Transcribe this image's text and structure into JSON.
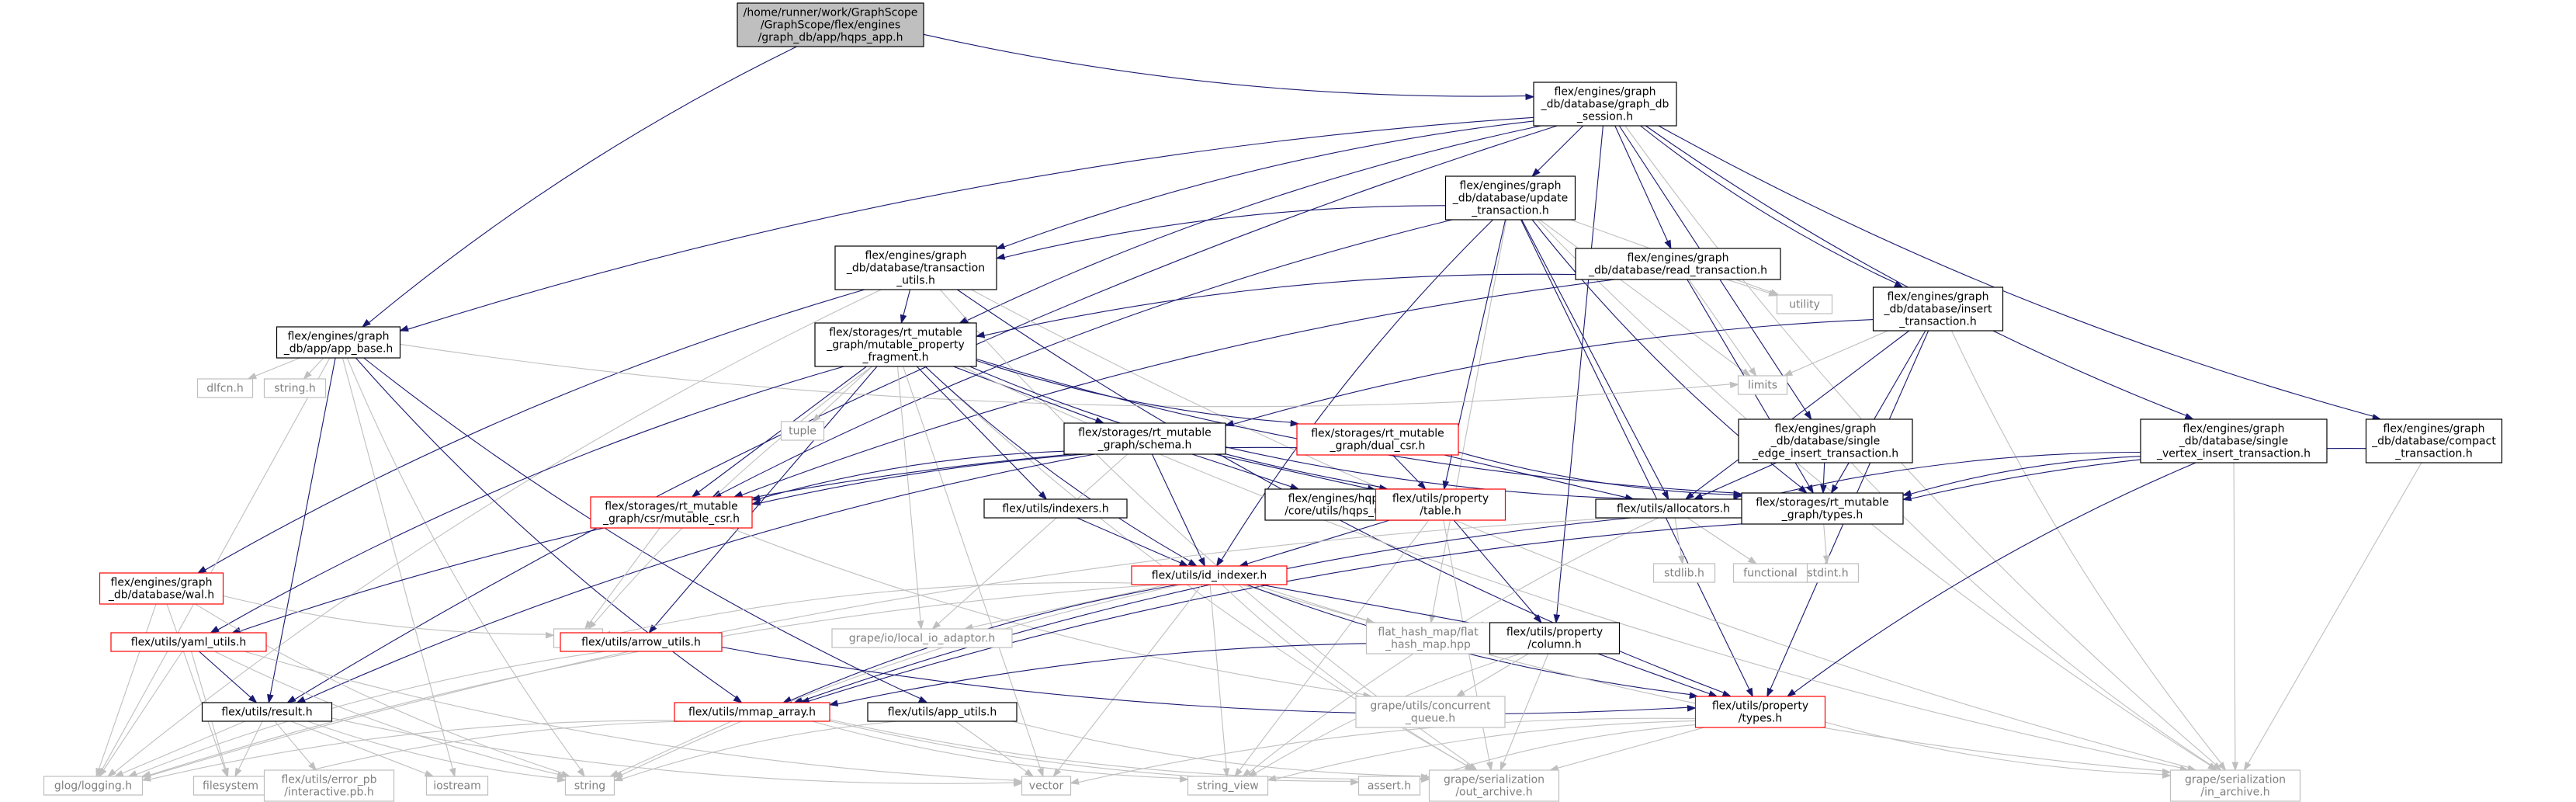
{
  "nodes": [
    {
      "id": "root",
      "kind": "root",
      "lines": [
        "/home/runner/work/GraphScope",
        "/GraphScope/flex/engines",
        "/graph_db/app/hqps_app.h"
      ]
    },
    {
      "id": "graph_db_session",
      "kind": "normal",
      "lines": [
        "flex/engines/graph",
        "_db/database/graph_db",
        "_session.h"
      ]
    },
    {
      "id": "update_transaction",
      "kind": "normal",
      "lines": [
        "flex/engines/graph",
        "_db/database/update",
        "_transaction.h"
      ]
    },
    {
      "id": "transaction_utils",
      "kind": "normal",
      "lines": [
        "flex/engines/graph",
        "_db/database/transaction",
        "_utils.h"
      ]
    },
    {
      "id": "read_transaction",
      "kind": "normal",
      "lines": [
        "flex/engines/graph",
        "_db/database/read_transaction.h"
      ]
    },
    {
      "id": "utility",
      "kind": "ext",
      "lines": [
        "utility"
      ]
    },
    {
      "id": "insert_transaction",
      "kind": "normal",
      "lines": [
        "flex/engines/graph",
        "_db/database/insert",
        "_transaction.h"
      ]
    },
    {
      "id": "app_base",
      "kind": "normal",
      "lines": [
        "flex/engines/graph",
        "_db/app/app_base.h"
      ]
    },
    {
      "id": "mutable_property_fragment",
      "kind": "normal",
      "lines": [
        "flex/storages/rt_mutable",
        "_graph/mutable_property",
        "_fragment.h"
      ]
    },
    {
      "id": "limits",
      "kind": "ext",
      "lines": [
        "limits"
      ]
    },
    {
      "id": "single_edge_insert",
      "kind": "normal",
      "lines": [
        "flex/engines/graph",
        "_db/database/single",
        "_edge_insert_transaction.h"
      ]
    },
    {
      "id": "single_vertex_insert",
      "kind": "normal",
      "lines": [
        "flex/engines/graph",
        "_db/database/single",
        "_vertex_insert_transaction.h"
      ]
    },
    {
      "id": "compact_transaction",
      "kind": "normal",
      "lines": [
        "flex/engines/graph",
        "_db/database/compact",
        "_transaction.h"
      ]
    },
    {
      "id": "dlfcn",
      "kind": "ext",
      "lines": [
        "dlfcn.h"
      ]
    },
    {
      "id": "string_h",
      "kind": "ext",
      "lines": [
        "string.h"
      ]
    },
    {
      "id": "tuple",
      "kind": "ext",
      "lines": [
        "tuple"
      ]
    },
    {
      "id": "schema",
      "kind": "normal",
      "lines": [
        "flex/storages/rt_mutable",
        "_graph/schema.h"
      ]
    },
    {
      "id": "dual_csr",
      "kind": "red",
      "lines": [
        "flex/storages/rt_mutable",
        "_graph/dual_csr.h"
      ]
    },
    {
      "id": "mutable_csr",
      "kind": "red",
      "lines": [
        "flex/storages/rt_mutable",
        "_graph/csr/mutable_csr.h"
      ]
    },
    {
      "id": "indexers",
      "kind": "normal",
      "lines": [
        "flex/utils/indexers.h"
      ]
    },
    {
      "id": "hqps_utils",
      "kind": "normal",
      "lines": [
        "flex/engines/hqps_db",
        "/core/utils/hqps_utils.h"
      ]
    },
    {
      "id": "property_table",
      "kind": "red",
      "lines": [
        "flex/utils/property",
        "/table.h"
      ]
    },
    {
      "id": "allocators",
      "kind": "normal",
      "lines": [
        "flex/utils/allocators.h"
      ]
    },
    {
      "id": "types_h",
      "kind": "normal",
      "lines": [
        "flex/storages/rt_mutable",
        "_graph/types.h"
      ]
    },
    {
      "id": "stdint",
      "kind": "ext",
      "lines": [
        "stdint.h"
      ]
    },
    {
      "id": "stdlib",
      "kind": "ext",
      "lines": [
        "stdlib.h"
      ]
    },
    {
      "id": "functional",
      "kind": "ext",
      "lines": [
        "functional"
      ]
    },
    {
      "id": "wal",
      "kind": "red",
      "lines": [
        "flex/engines/graph",
        "_db/database/wal.h"
      ]
    },
    {
      "id": "id_indexer",
      "kind": "red",
      "lines": [
        "flex/utils/id_indexer.h"
      ]
    },
    {
      "id": "thread",
      "kind": "ext",
      "lines": [
        "thread"
      ]
    },
    {
      "id": "yaml_utils",
      "kind": "red",
      "lines": [
        "flex/utils/yaml_utils.h"
      ]
    },
    {
      "id": "arrow_utils",
      "kind": "red",
      "lines": [
        "flex/utils/arrow_utils.h"
      ]
    },
    {
      "id": "local_io_adaptor",
      "kind": "ext",
      "lines": [
        "grape/io/local_io_adaptor.h"
      ]
    },
    {
      "id": "flat_hash_map",
      "kind": "ext",
      "lines": [
        "flat_hash_map/flat",
        "_hash_map.hpp"
      ]
    },
    {
      "id": "property_column",
      "kind": "normal",
      "lines": [
        "flex/utils/property",
        "/column.h"
      ]
    },
    {
      "id": "result",
      "kind": "normal",
      "lines": [
        "flex/utils/result.h"
      ]
    },
    {
      "id": "concurrent_queue",
      "kind": "ext",
      "lines": [
        "grape/utils/concurrent",
        "_queue.h"
      ]
    },
    {
      "id": "mmap_array",
      "kind": "red",
      "lines": [
        "flex/utils/mmap_array.h"
      ]
    },
    {
      "id": "app_utils",
      "kind": "normal",
      "lines": [
        "flex/utils/app_utils.h"
      ]
    },
    {
      "id": "property_types",
      "kind": "red",
      "lines": [
        "flex/utils/property",
        "/types.h"
      ]
    },
    {
      "id": "glog",
      "kind": "ext",
      "lines": [
        "glog/logging.h"
      ]
    },
    {
      "id": "filesystem",
      "kind": "ext",
      "lines": [
        "filesystem"
      ]
    },
    {
      "id": "error_pb",
      "kind": "ext",
      "lines": [
        "flex/utils/error_pb",
        "/interactive.pb.h"
      ]
    },
    {
      "id": "iostream",
      "kind": "ext",
      "lines": [
        "iostream"
      ]
    },
    {
      "id": "string",
      "kind": "ext",
      "lines": [
        "string"
      ]
    },
    {
      "id": "vector",
      "kind": "ext",
      "lines": [
        "vector"
      ]
    },
    {
      "id": "string_view",
      "kind": "ext",
      "lines": [
        "string_view"
      ]
    },
    {
      "id": "assert",
      "kind": "ext",
      "lines": [
        "assert.h"
      ]
    },
    {
      "id": "out_archive",
      "kind": "ext",
      "lines": [
        "grape/serialization",
        "/out_archive.h"
      ]
    },
    {
      "id": "in_archive",
      "kind": "ext",
      "lines": [
        "grape/serialization",
        "/in_archive.h"
      ]
    }
  ],
  "edges": [
    [
      "root",
      "graph_db_session"
    ],
    [
      "root",
      "app_base"
    ],
    [
      "graph_db_session",
      "update_transaction"
    ],
    [
      "graph_db_session",
      "transaction_utils"
    ],
    [
      "graph_db_session",
      "read_transaction"
    ],
    [
      "graph_db_session",
      "insert_transaction"
    ],
    [
      "graph_db_session",
      "single_edge_insert"
    ],
    [
      "graph_db_session",
      "single_vertex_insert"
    ],
    [
      "graph_db_session",
      "compact_transaction"
    ],
    [
      "graph_db_session",
      "app_base"
    ],
    [
      "graph_db_session",
      "mutable_property_fragment"
    ],
    [
      "graph_db_session",
      "result"
    ],
    [
      "graph_db_session",
      "property_column"
    ],
    [
      "graph_db_session",
      "in_archive"
    ],
    [
      "update_transaction",
      "transaction_utils"
    ],
    [
      "update_transaction",
      "mutable_csr"
    ],
    [
      "update_transaction",
      "id_indexer"
    ],
    [
      "update_transaction",
      "property_table"
    ],
    [
      "update_transaction",
      "allocators"
    ],
    [
      "update_transaction",
      "types_h"
    ],
    [
      "update_transaction",
      "utility"
    ],
    [
      "update_transaction",
      "limits"
    ],
    [
      "update_transaction",
      "flat_hash_map"
    ],
    [
      "update_transaction",
      "property_types"
    ],
    [
      "update_transaction",
      "in_archive"
    ],
    [
      "transaction_utils",
      "mutable_property_fragment"
    ],
    [
      "transaction_utils",
      "wal"
    ],
    [
      "transaction_utils",
      "glog"
    ],
    [
      "transaction_utils",
      "property_types"
    ],
    [
      "transaction_utils",
      "out_archive"
    ],
    [
      "transaction_utils",
      "in_archive"
    ],
    [
      "read_transaction",
      "mutable_property_fragment"
    ],
    [
      "read_transaction",
      "mutable_csr"
    ],
    [
      "read_transaction",
      "types_h"
    ],
    [
      "read_transaction",
      "utility"
    ],
    [
      "read_transaction",
      "limits"
    ],
    [
      "insert_transaction",
      "schema"
    ],
    [
      "insert_transaction",
      "allocators"
    ],
    [
      "insert_transaction",
      "types_h"
    ],
    [
      "insert_transaction",
      "limits"
    ],
    [
      "insert_transaction",
      "property_types"
    ],
    [
      "insert_transaction",
      "in_archive"
    ],
    [
      "single_edge_insert",
      "allocators"
    ],
    [
      "single_edge_insert",
      "types_h"
    ],
    [
      "single_edge_insert",
      "in_archive"
    ],
    [
      "single_vertex_insert",
      "allocators"
    ],
    [
      "single_vertex_insert",
      "types_h"
    ],
    [
      "single_vertex_insert",
      "property_types"
    ],
    [
      "single_vertex_insert",
      "in_archive"
    ],
    [
      "compact_transaction",
      "types_h"
    ],
    [
      "compact_transaction",
      "in_archive"
    ],
    [
      "app_base",
      "dlfcn"
    ],
    [
      "app_base",
      "string_h"
    ],
    [
      "app_base",
      "glog"
    ],
    [
      "app_base",
      "string"
    ],
    [
      "app_base",
      "app_utils"
    ],
    [
      "app_base",
      "iostream"
    ],
    [
      "app_base",
      "limits"
    ],
    [
      "app_base",
      "mmap_array"
    ],
    [
      "app_base",
      "result"
    ],
    [
      "mutable_property_fragment",
      "schema"
    ],
    [
      "mutable_property_fragment",
      "dual_csr"
    ],
    [
      "mutable_property_fragment",
      "mutable_csr"
    ],
    [
      "mutable_property_fragment",
      "tuple"
    ],
    [
      "mutable_property_fragment",
      "indexers"
    ],
    [
      "mutable_property_fragment",
      "property_table"
    ],
    [
      "mutable_property_fragment",
      "types_h"
    ],
    [
      "mutable_property_fragment",
      "yaml_utils"
    ],
    [
      "mutable_property_fragment",
      "arrow_utils"
    ],
    [
      "mutable_property_fragment",
      "thread"
    ],
    [
      "mutable_property_fragment",
      "local_io_adaptor"
    ],
    [
      "mutable_property_fragment",
      "vector"
    ],
    [
      "mutable_property_fragment",
      "out_archive"
    ],
    [
      "mutable_property_fragment",
      "in_archive"
    ],
    [
      "mutable_property_fragment",
      "id_indexer"
    ],
    [
      "schema",
      "mutable_csr"
    ],
    [
      "schema",
      "hqps_utils"
    ],
    [
      "schema",
      "property_table"
    ],
    [
      "schema",
      "types_h"
    ],
    [
      "schema",
      "id_indexer"
    ],
    [
      "schema",
      "yaml_utils"
    ],
    [
      "schema",
      "result"
    ],
    [
      "schema",
      "local_io_adaptor"
    ],
    [
      "dual_csr",
      "mutable_csr"
    ],
    [
      "dual_csr",
      "allocators"
    ],
    [
      "dual_csr",
      "property_table"
    ],
    [
      "dual_csr",
      "types_h"
    ],
    [
      "mutable_csr",
      "thread"
    ],
    [
      "mutable_csr",
      "concurrent_queue"
    ],
    [
      "indexers",
      "id_indexer"
    ],
    [
      "property_table",
      "id_indexer"
    ],
    [
      "property_table",
      "property_column"
    ],
    [
      "property_table",
      "string_view"
    ],
    [
      "property_table",
      "out_archive"
    ],
    [
      "allocators",
      "stdlib"
    ],
    [
      "allocators",
      "functional"
    ],
    [
      "allocators",
      "mmap_array"
    ],
    [
      "allocators",
      "string_view"
    ],
    [
      "allocators",
      "glog"
    ],
    [
      "types_h",
      "stdint"
    ],
    [
      "types_h",
      "mmap_array"
    ],
    [
      "wal",
      "thread"
    ],
    [
      "wal",
      "glog"
    ],
    [
      "wal",
      "filesystem"
    ],
    [
      "wal",
      "string"
    ],
    [
      "id_indexer",
      "thread"
    ],
    [
      "id_indexer",
      "flat_hash_map"
    ],
    [
      "id_indexer",
      "local_io_adaptor"
    ],
    [
      "id_indexer",
      "property_column"
    ],
    [
      "id_indexer",
      "mmap_array"
    ],
    [
      "id_indexer",
      "property_types"
    ],
    [
      "id_indexer",
      "string"
    ],
    [
      "id_indexer",
      "vector"
    ],
    [
      "id_indexer",
      "string_view"
    ],
    [
      "id_indexer",
      "glog"
    ],
    [
      "id_indexer",
      "out_archive"
    ],
    [
      "id_indexer",
      "in_archive"
    ],
    [
      "yaml_utils",
      "result"
    ],
    [
      "yaml_utils",
      "glog"
    ],
    [
      "yaml_utils",
      "filesystem"
    ],
    [
      "yaml_utils",
      "string"
    ],
    [
      "yaml_utils",
      "vector"
    ],
    [
      "arrow_utils",
      "property_types"
    ],
    [
      "arrow_utils",
      "glog"
    ],
    [
      "property_column",
      "mmap_array"
    ],
    [
      "property_column",
      "property_types"
    ],
    [
      "property_column",
      "concurrent_queue"
    ],
    [
      "property_column",
      "string_view"
    ],
    [
      "property_column",
      "out_archive"
    ],
    [
      "result",
      "glog"
    ],
    [
      "result",
      "filesystem"
    ],
    [
      "result",
      "error_pb"
    ],
    [
      "result",
      "iostream"
    ],
    [
      "result",
      "string"
    ],
    [
      "result",
      "vector"
    ],
    [
      "mmap_array",
      "glog"
    ],
    [
      "mmap_array",
      "string"
    ],
    [
      "mmap_array",
      "string_view"
    ],
    [
      "mmap_array",
      "assert"
    ],
    [
      "mmap_array",
      "filesystem"
    ],
    [
      "mmap_array",
      "out_archive"
    ],
    [
      "app_utils",
      "string"
    ],
    [
      "app_utils",
      "vector"
    ],
    [
      "app_utils",
      "out_archive"
    ],
    [
      "property_types",
      "assert"
    ],
    [
      "property_types",
      "string_view"
    ],
    [
      "property_types",
      "vector"
    ],
    [
      "property_types",
      "in_archive"
    ],
    [
      "property_types",
      "out_archive"
    ]
  ]
}
